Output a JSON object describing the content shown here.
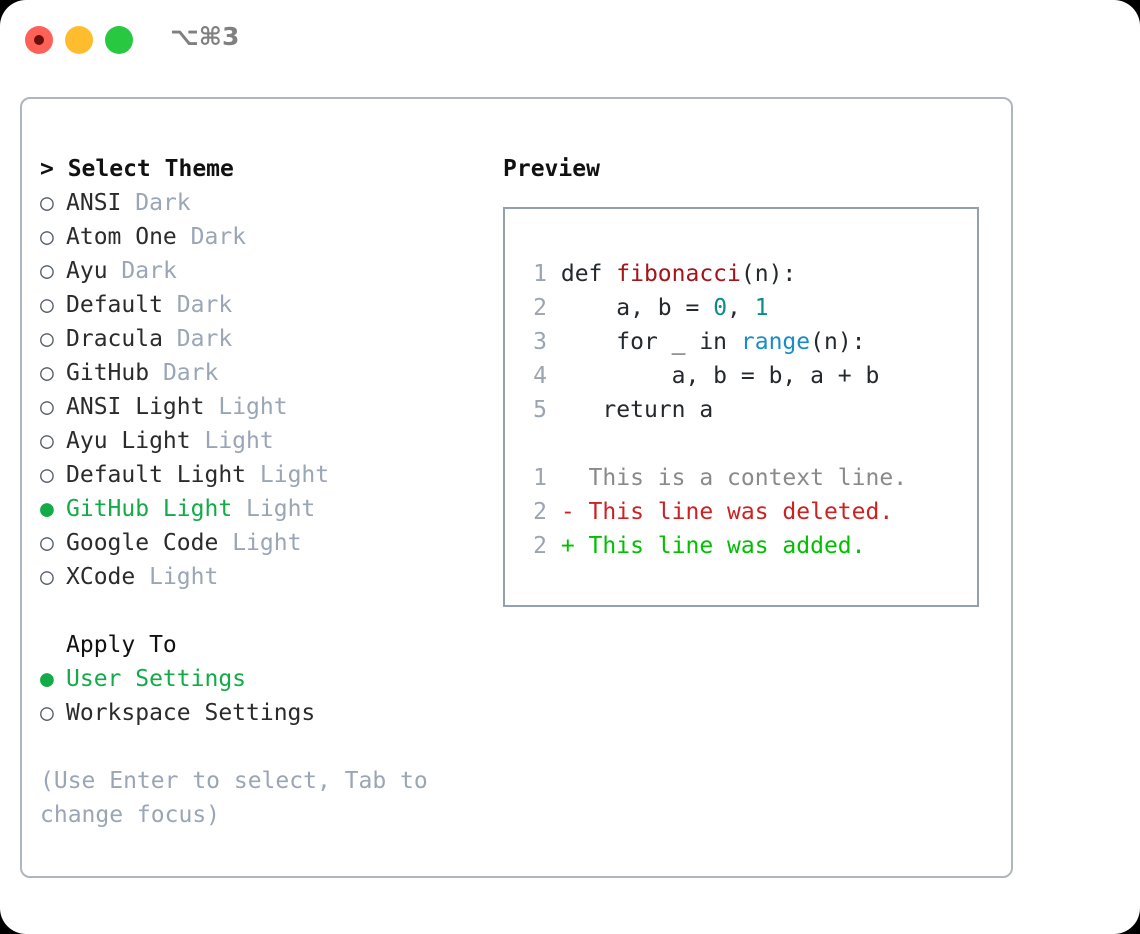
{
  "titlebar": {
    "shortcut": "⌥⌘3",
    "buttons": {
      "close": "close",
      "minimize": "minimize",
      "maximize": "maximize"
    }
  },
  "theme_picker": {
    "header": "> Select Theme",
    "items": [
      {
        "bullet": "○",
        "name": "ANSI",
        "tag": "Dark",
        "selected": false
      },
      {
        "bullet": "○",
        "name": "Atom One",
        "tag": "Dark",
        "selected": false
      },
      {
        "bullet": "○",
        "name": "Ayu",
        "tag": "Dark",
        "selected": false
      },
      {
        "bullet": "○",
        "name": "Default",
        "tag": "Dark",
        "selected": false
      },
      {
        "bullet": "○",
        "name": "Dracula",
        "tag": "Dark",
        "selected": false
      },
      {
        "bullet": "○",
        "name": "GitHub",
        "tag": "Dark",
        "selected": false
      },
      {
        "bullet": "○",
        "name": "ANSI Light",
        "tag": "Light",
        "selected": false
      },
      {
        "bullet": "○",
        "name": "Ayu Light",
        "tag": "Light",
        "selected": false
      },
      {
        "bullet": "○",
        "name": "Default Light",
        "tag": "Light",
        "selected": false
      },
      {
        "bullet": "●",
        "name": "GitHub Light",
        "tag": "Light",
        "selected": true
      },
      {
        "bullet": "○",
        "name": "Google Code",
        "tag": "Light",
        "selected": false
      },
      {
        "bullet": "○",
        "name": "XCode",
        "tag": "Light",
        "selected": false
      }
    ]
  },
  "apply_to": {
    "header": "Apply To",
    "items": [
      {
        "bullet": "●",
        "name": "User Settings",
        "selected": true
      },
      {
        "bullet": "○",
        "name": "Workspace Settings",
        "selected": false
      }
    ]
  },
  "hint": "(Use Enter to select, Tab to change focus)",
  "preview": {
    "title": "Preview",
    "code_lines": [
      {
        "no": "1",
        "parts": [
          {
            "t": "def ",
            "c": "plain"
          },
          {
            "t": "fibonacci",
            "c": "fn"
          },
          {
            "t": "(n):",
            "c": "plain"
          }
        ]
      },
      {
        "no": "2",
        "parts": [
          {
            "t": "    a, b = ",
            "c": "plain"
          },
          {
            "t": "0",
            "c": "num"
          },
          {
            "t": ", ",
            "c": "plain"
          },
          {
            "t": "1",
            "c": "num"
          }
        ]
      },
      {
        "no": "3",
        "parts": [
          {
            "t": "    for _ in ",
            "c": "plain"
          },
          {
            "t": "range",
            "c": "call"
          },
          {
            "t": "(n):",
            "c": "plain"
          }
        ]
      },
      {
        "no": "4",
        "parts": [
          {
            "t": "        a, b = b, a + b",
            "c": "plain"
          }
        ]
      },
      {
        "no": "5",
        "parts": [
          {
            "t": "   return a",
            "c": "plain"
          }
        ]
      }
    ],
    "diff_lines": [
      {
        "no": "1",
        "marker": " ",
        "text": "  This is a context line.",
        "kind": "ctx"
      },
      {
        "no": "2",
        "marker": " ",
        "text": "- This line was deleted.",
        "kind": "del"
      },
      {
        "no": "2",
        "marker": " ",
        "text": "+ This line was added.",
        "kind": "add"
      }
    ]
  },
  "colors": {
    "accent_green": "#12ab48",
    "diff_add": "#00c000",
    "diff_del": "#cc2222",
    "muted": "#9aa5b5",
    "token_function": "#a3151b",
    "token_number": "#0d8a8a",
    "token_call": "#1a8cc8",
    "border": "#aeb6c2"
  }
}
